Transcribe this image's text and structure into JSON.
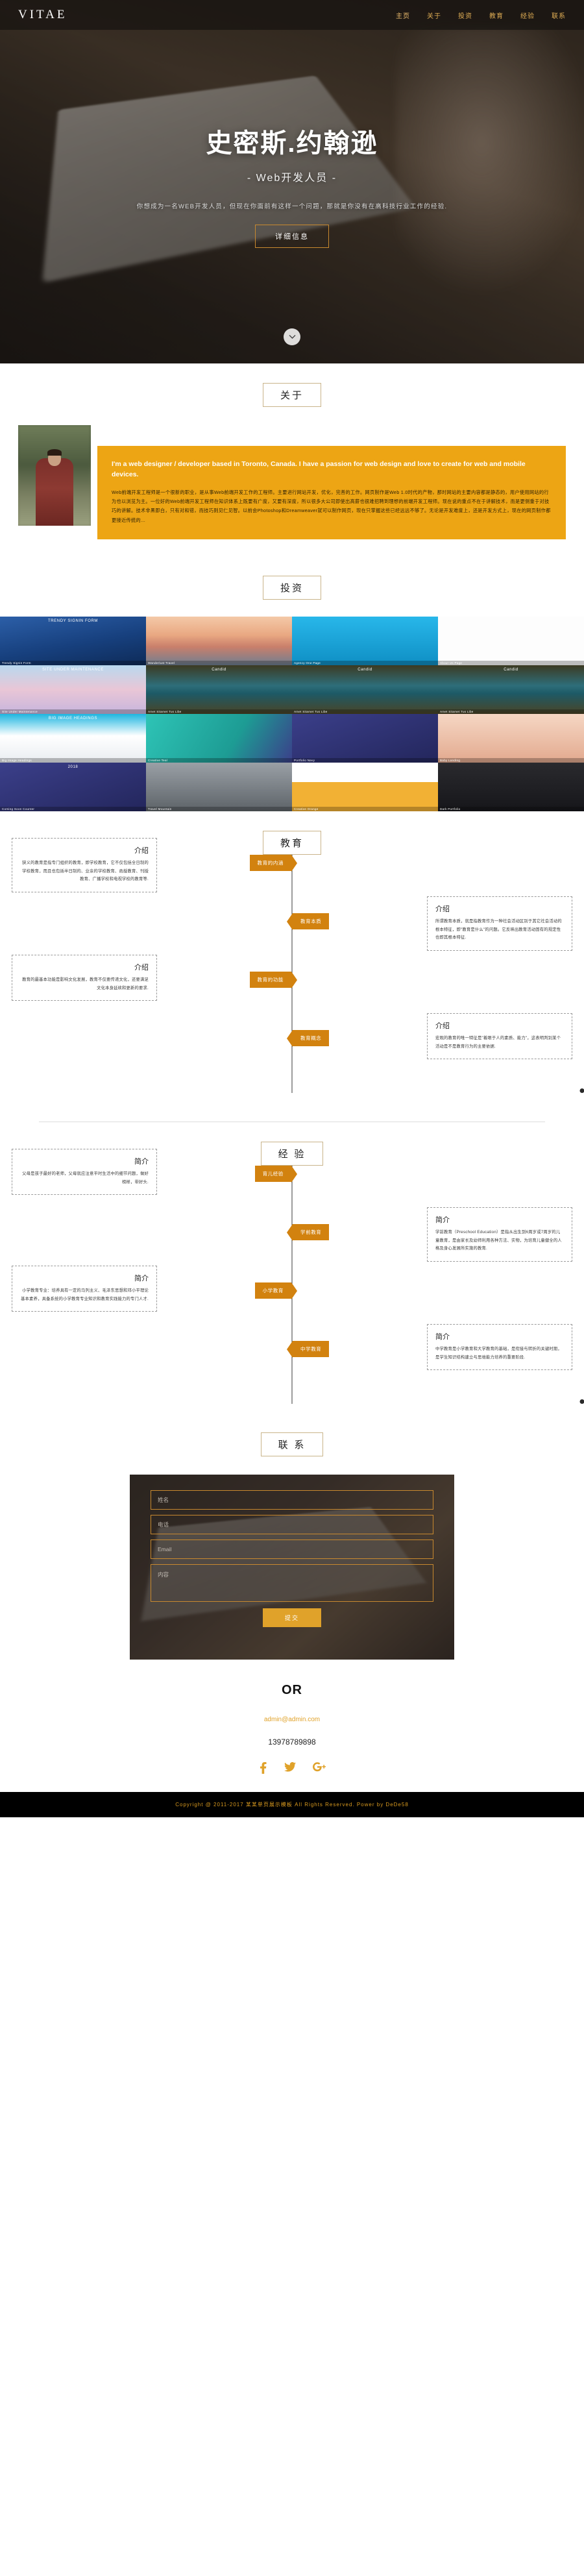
{
  "brand": {
    "logo": "VITAE"
  },
  "nav": {
    "items": [
      {
        "label": "主页",
        "active": true
      },
      {
        "label": "关于",
        "active": false
      },
      {
        "label": "投资",
        "active": false
      },
      {
        "label": "教育",
        "active": false
      },
      {
        "label": "经验",
        "active": false
      },
      {
        "label": "联系",
        "active": false
      }
    ]
  },
  "hero": {
    "title": "史密斯.约翰逊",
    "subtitle": "- Web开发人员 -",
    "description": "你想成为一名WEB开发人员，但现在你面前有这样一个问题，那就是你没有在高科技行业工作的经验.",
    "button": "详细信息",
    "scroll_icon": "chevron-down-icon"
  },
  "about": {
    "title": "关于",
    "photo_alt": "portrait-photo",
    "english": "I'm a web designer / developer based in Toronto, Canada. I have a passion for web design and love to create for web and mobile devices.",
    "chinese": "Web前端开发工程师是一个很新的职业，是从事Web前端开发工作的工程师。主要进行网站开发，优化，完善的工作。网页制作是Web 1.0时代的产物，那时网站的主要内容都是静态的，用户使用网站的行为也以浏览为主。一位好的Web前端开发工程师在知识体系上既要有广度，又要有深度，所以很多大公司即使出高薪也很难招聘到理想的前端开发工程师。现在说的重点不在于讲解技术，而是更侧重于对技巧的讲解。技术非黑即白，只有对和错，而技巧则见仁见智。以前会Photoshop和Dreamweaver就可以制作网页，现在只掌握这些已经远远不够了。无论是开发难度上，还是开发方式上，现在的网页制作都更接近传统的…"
  },
  "portfolio": {
    "title": "投资",
    "items": [
      {
        "caption": "TRENDY SIGNIN FORM",
        "label": "Trendy Signin Form",
        "theme": "p-blue"
      },
      {
        "caption": "",
        "label": "Wanderlust Travel",
        "theme": "p-sunset"
      },
      {
        "caption": "",
        "label": "Agency One Page",
        "theme": "p-sky"
      },
      {
        "caption": "",
        "label": "About Us Page",
        "theme": "p-white"
      },
      {
        "caption": "SITE UNDER MAINTENANCE",
        "label": "Site Under Maintenance",
        "theme": "p-pink"
      },
      {
        "caption": "Candid",
        "label": "Amet Sitamet Tus Libe",
        "theme": "p-lake"
      },
      {
        "caption": "Candid",
        "label": "Amet Sitamet Tus Libe",
        "theme": "p-lake"
      },
      {
        "caption": "Candid",
        "label": "Amet Sitamet Tus Libe",
        "theme": "p-lake"
      },
      {
        "caption": "BIG IMAGE HEADINGS",
        "label": "Big Image Headings",
        "theme": "p-cyan"
      },
      {
        "caption": "",
        "label": "Creative Teal",
        "theme": "p-teal"
      },
      {
        "caption": "",
        "label": "Portfolio Navy",
        "theme": "p-navy"
      },
      {
        "caption": "",
        "label": "Baby Landing",
        "theme": "p-baby"
      },
      {
        "caption": "2018",
        "label": "Coming Soon Counter",
        "theme": "p-navy"
      },
      {
        "caption": "",
        "label": "Travel Mountain",
        "theme": "p-gray"
      },
      {
        "caption": "",
        "label": "Creative Orange",
        "theme": "p-orange"
      },
      {
        "caption": "",
        "label": "Dark Portfolio",
        "theme": "p-dark"
      }
    ]
  },
  "education": {
    "title": "教育",
    "items": [
      {
        "pill": "教育的内涵",
        "side": "left",
        "card_title": "介绍",
        "card_text": "狭义的教育是指专门组织的教育，即学校教育，它不仅包括全日制的学校教育，而且也包括半日制的、业余的学校教育、函授教育、刊授教育、广播学校和电视学校的教育等."
      },
      {
        "pill": "教育本质",
        "side": "right",
        "card_title": "介绍",
        "card_text": "所谓教育本质，就是指教育作为一种社会活动区别于其它社会活动的根本特征，即\"教育是什么\"的问题。它反映出教育活动固有的规定性也即其根本特征."
      },
      {
        "pill": "教育的功能",
        "side": "left",
        "card_title": "介绍",
        "card_text": "教育的最基本功能是影响文化发展，教育不仅要传递文化，还要满足文化本身延续和更新的要求."
      },
      {
        "pill": "教育概念",
        "side": "right",
        "card_title": "介绍",
        "card_text": "宏观的教育的唯一特征是\"着眼于人的素质、能力\"，这表明判别某个活动是不是教育行为的主要依据."
      }
    ]
  },
  "experience": {
    "title": "经 验",
    "items": [
      {
        "pill": "育儿经验",
        "side": "left",
        "card_title": "简介",
        "card_text": "父母是孩子最好的老师，父母就应注意平时生活中的细节问题，做好榜样，带好头."
      },
      {
        "pill": "学前教育",
        "side": "right",
        "card_title": "简介",
        "card_text": "学前教育（Preschool Education）是指从出生到6周岁或7周岁的儿童教育，是由家长及幼师利用各种方法、实物，为培育儿童健全的人格及身心发展所实施的教育."
      },
      {
        "pill": "小学教育",
        "side": "left",
        "card_title": "简介",
        "card_text": "小学教育专业：培养具有一定的马列主义、毛泽东思想和邓小平理论基本素养，具备系统的小学教育专业知识和教育实践能力的专门人才."
      },
      {
        "pill": "中学教育",
        "side": "right",
        "card_title": "简介",
        "card_text": "中学教育是小学教育和大学教育的基础，是衔接与转折的关键时期，是学生知识结构建立与思维能力培养的重要阶段."
      }
    ]
  },
  "contact": {
    "title": "联 系",
    "fields": {
      "name_placeholder": "姓名",
      "phone_placeholder": "电话",
      "email_placeholder": "Email",
      "message_placeholder": "内容"
    },
    "submit": "提交",
    "or": "OR",
    "email": "admin@admin.com",
    "phone": "13978789898",
    "socials": [
      {
        "name": "facebook-icon",
        "glyph": "f"
      },
      {
        "name": "twitter-icon",
        "glyph": "t"
      },
      {
        "name": "google-plus-icon",
        "glyph": "G+"
      }
    ]
  },
  "footer": {
    "copyright": "Copyright @ 2011-2017 某某单页展示模板 All Rights Reserved. Power by DeDe58"
  }
}
